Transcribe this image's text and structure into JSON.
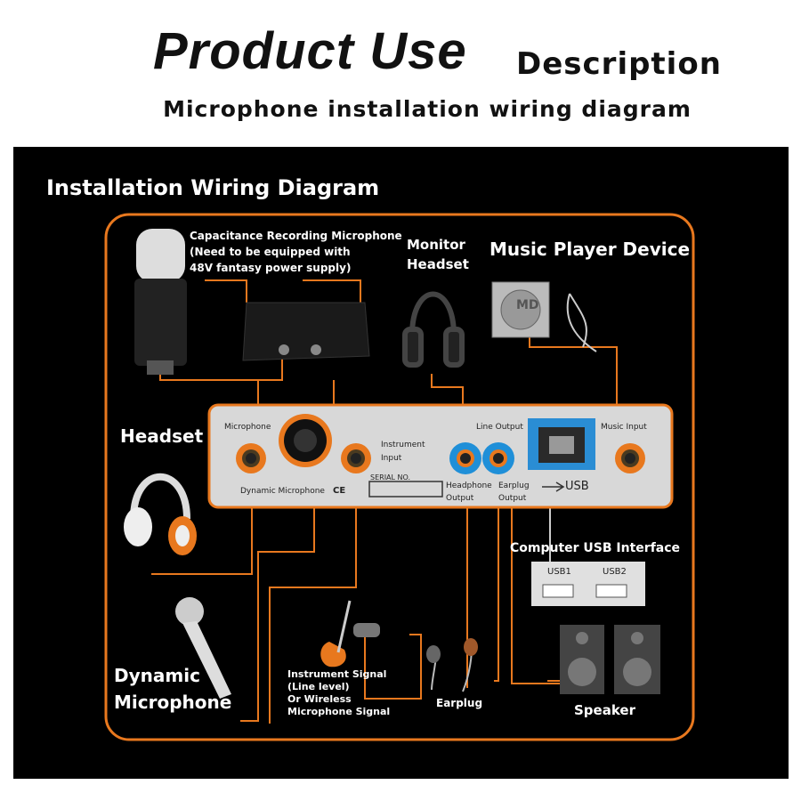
{
  "header": {
    "title": "Product Use",
    "desc": "Description",
    "subtitle": "Microphone installation wiring diagram"
  },
  "diagram": {
    "title": "Installation Wiring Diagram",
    "labels": {
      "capacitance_mic_1": "Capacitance Recording Microphone",
      "capacitance_mic_2": "(Need to be equipped with",
      "capacitance_mic_3": "48V fantasy power supply)",
      "monitor_1": "Monitor",
      "monitor_2": "Headset",
      "music_player": "Music Player Device",
      "headset": "Headset",
      "dynamic_mic_1": "Dynamic",
      "dynamic_mic_2": "Microphone",
      "instrument_1": "Instrument Signal",
      "instrument_2": "(Line level)",
      "instrument_3": "Or Wireless",
      "instrument_4": "Microphone Signal",
      "earplug": "Earplug",
      "computer_usb": "Computer USB Interface",
      "speaker": "Speaker"
    },
    "device_panel": {
      "microphone": "Microphone",
      "dynamic_microphone": "Dynamic Microphone",
      "instrument_1": "Instrument",
      "instrument_2": "Input",
      "serial": "SERIAL NO.",
      "line_output": "Line Output",
      "headphone_1": "Headphone",
      "headphone_2": "Output",
      "earplug_1": "Earplug",
      "earplug_2": "Output",
      "usb": "USB",
      "music_input": "Music Input",
      "ce": "CE"
    },
    "usb_ports": [
      "USB1",
      "USB2"
    ],
    "md_logo": "MD",
    "colors": {
      "orange": "#e8781e",
      "panel_bg": "#000000",
      "blue": "#1f8fd8"
    }
  }
}
